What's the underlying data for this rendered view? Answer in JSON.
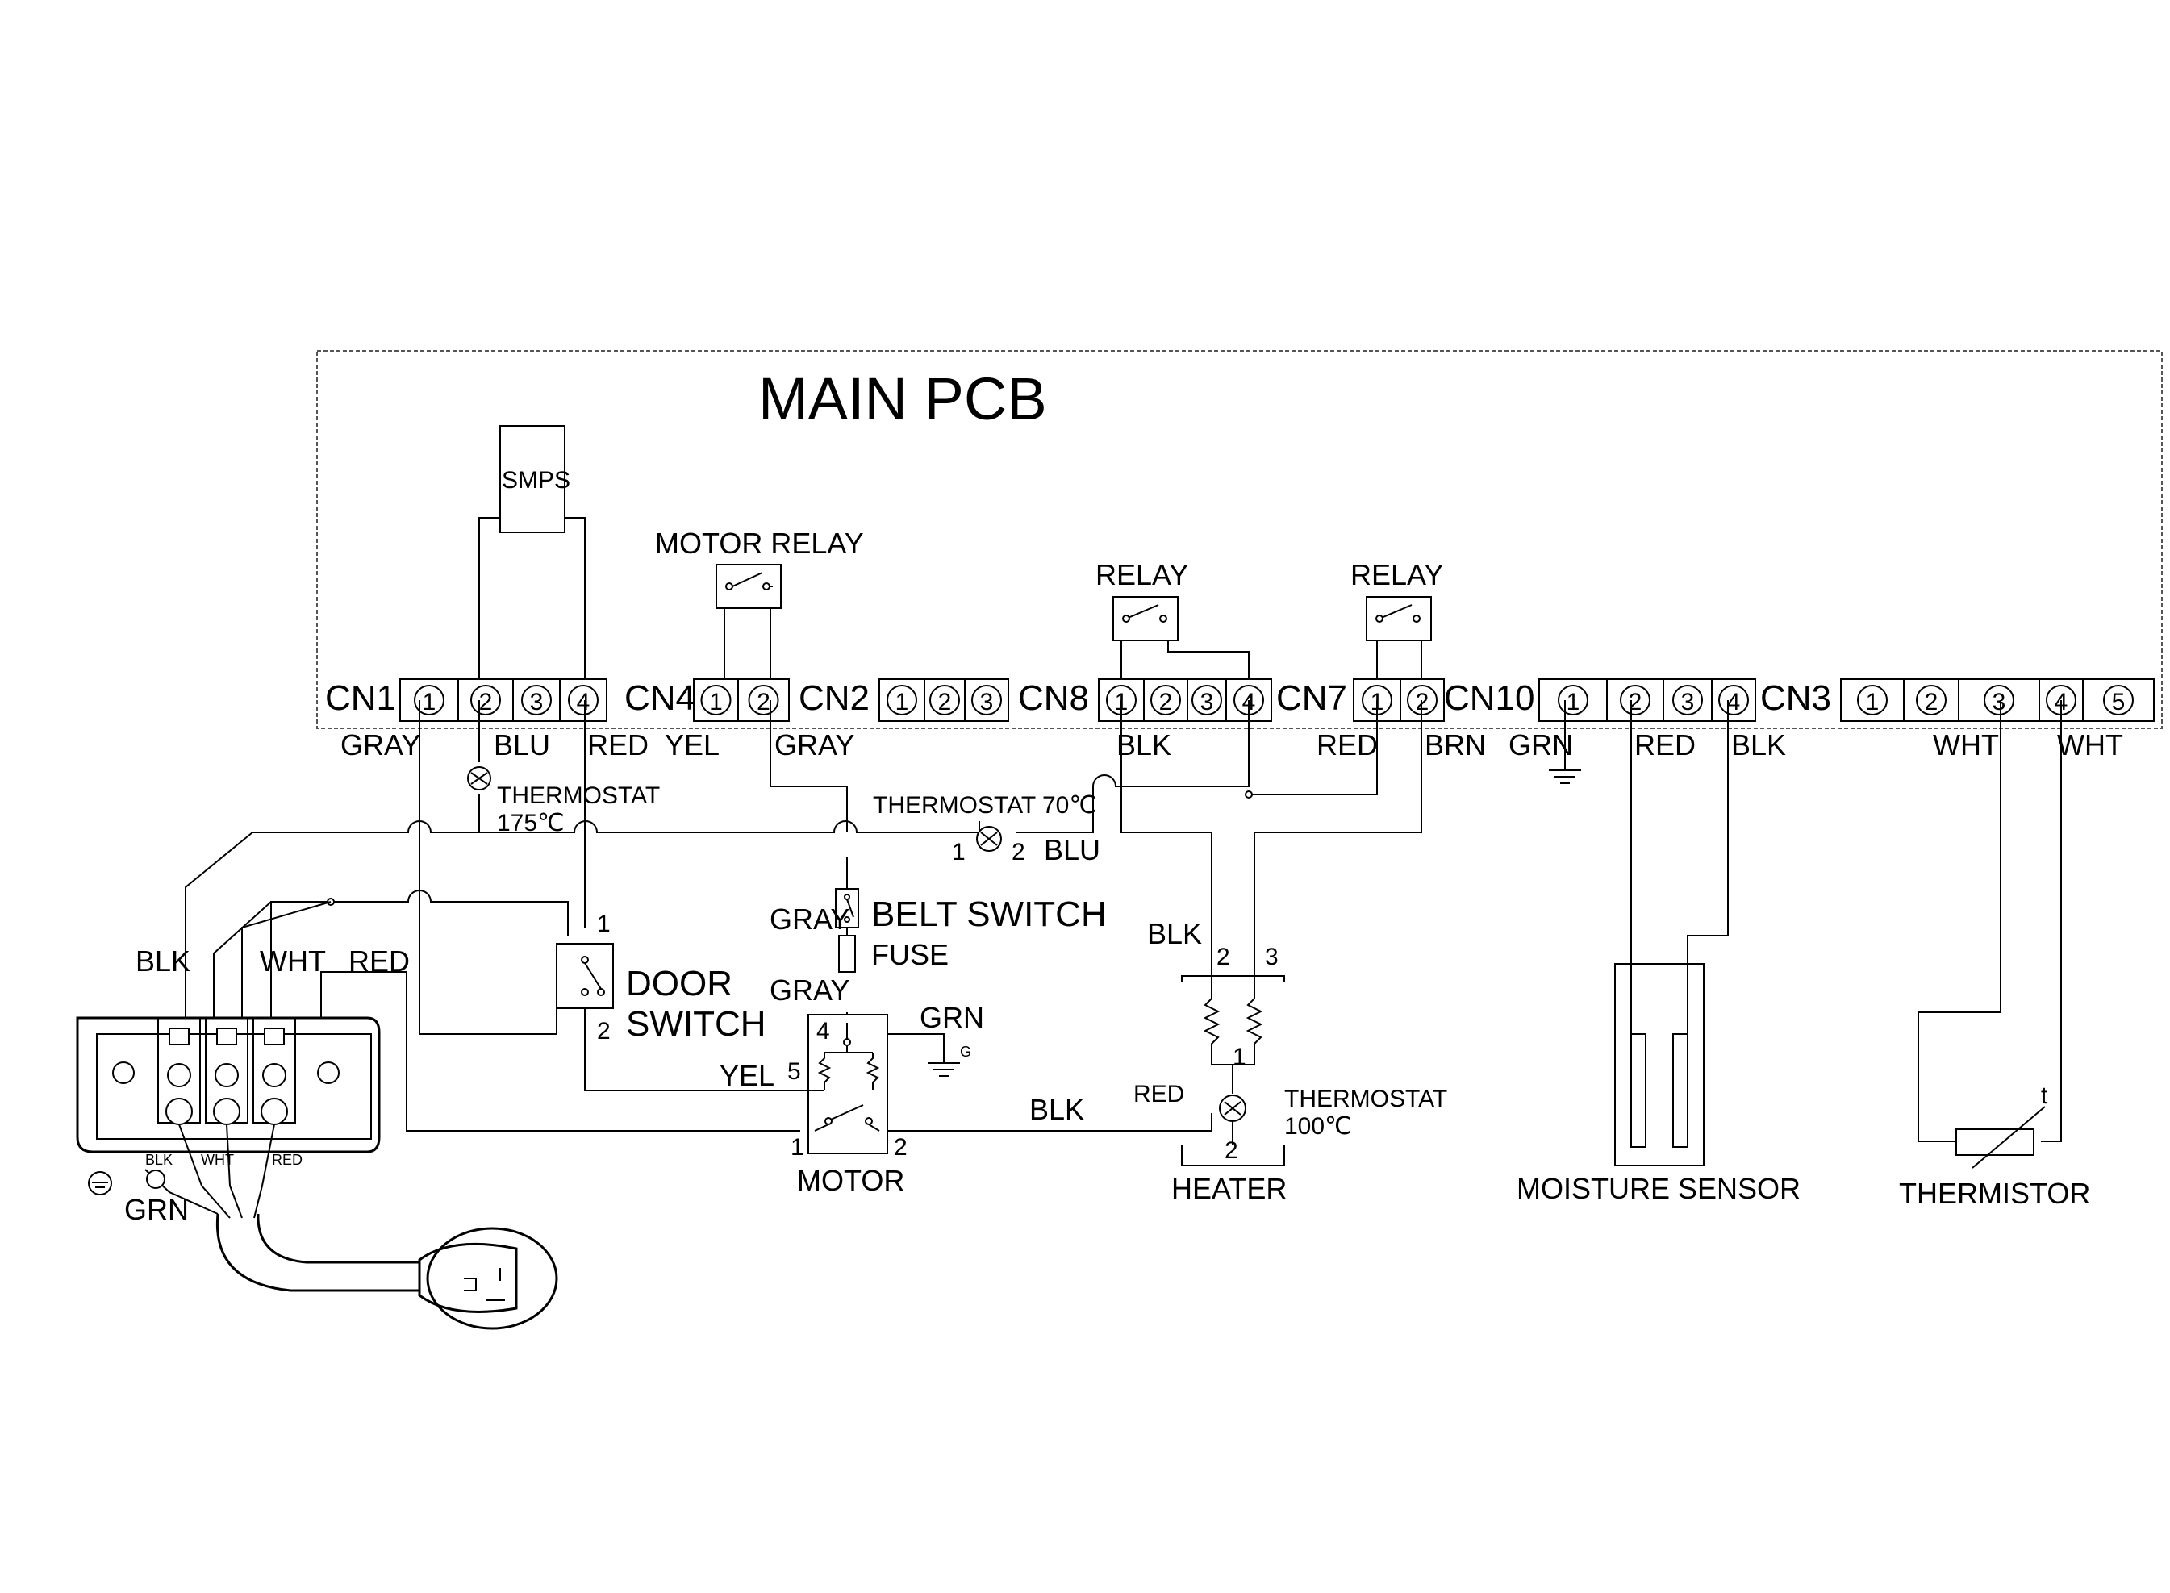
{
  "title": "MAIN PCB",
  "smps": "SMPS",
  "relays": {
    "motor": "MOTOR RELAY",
    "relay_a": "RELAY",
    "relay_b": "RELAY"
  },
  "connectors": [
    {
      "id": "cn1",
      "name": "CN1",
      "pins": [
        "1",
        "2",
        "3",
        "4"
      ]
    },
    {
      "id": "cn4",
      "name": "CN4",
      "pins": [
        "1",
        "2"
      ]
    },
    {
      "id": "cn2",
      "name": "CN2",
      "pins": [
        "1",
        "2",
        "3"
      ]
    },
    {
      "id": "cn8",
      "name": "CN8",
      "pins": [
        "1",
        "2",
        "3",
        "4"
      ]
    },
    {
      "id": "cn7",
      "name": "CN7",
      "pins": [
        "1",
        "2"
      ]
    },
    {
      "id": "cn10",
      "name": "CN10",
      "pins": [
        "1",
        "2",
        "3",
        "4"
      ]
    },
    {
      "id": "cn3",
      "name": "CN3",
      "pins": [
        "1",
        "2",
        "3",
        "4",
        "5"
      ]
    }
  ],
  "wire_labels": {
    "cn1_gray": "GRAY",
    "cn1_blu": "BLU",
    "cn1_red": "RED",
    "cn4_yel": "YEL",
    "cn4_gray": "GRAY",
    "cn8_blk": "BLK",
    "cn7_red": "RED",
    "cn7_brn": "BRN",
    "cn10_grn": "GRN",
    "cn10_red": "RED",
    "cn10_blk": "BLK",
    "cn3_wht_a": "WHT",
    "cn3_wht_b": "WHT",
    "plug_blk": "BLK",
    "plug_wht": "WHT",
    "plug_red": "RED",
    "gray_belt": "GRAY",
    "gray_fuse": "GRAY",
    "yel_motor": "YEL",
    "blk_motor": "BLK",
    "grn_motor": "GRN",
    "g_motor": "G",
    "blu_70": "BLU",
    "blk_heater": "BLK",
    "red_heater": "RED",
    "term_blk": "BLK",
    "term_wht": "WHT",
    "term_red": "RED",
    "term_grn": "GRN"
  },
  "components": {
    "thermostat_175": {
      "line1": "THERMOSTAT",
      "line2": "175℃"
    },
    "thermostat_70": {
      "label": "THERMOSTAT 70℃",
      "pin1": "1",
      "pin2": "2"
    },
    "belt_switch": "BELT SWITCH",
    "fuse": "FUSE",
    "door_switch": {
      "line1": "DOOR",
      "line2": "SWITCH",
      "pin1": "1",
      "pin2": "2"
    },
    "motor": {
      "label": "MOTOR",
      "pin1": "1",
      "pin2": "2",
      "pin4": "4",
      "pin5": "5"
    },
    "heater": {
      "label": "HEATER",
      "pin1": "1",
      "pin2": "2",
      "pin3": "3",
      "pin2b": "2"
    },
    "thermostat_100": {
      "line1": "THERMOSTAT",
      "line2": "100℃"
    },
    "moisture_sensor": "MOISTURE SENSOR",
    "thermistor": {
      "label": "THERMISTOR",
      "t": "t"
    }
  }
}
